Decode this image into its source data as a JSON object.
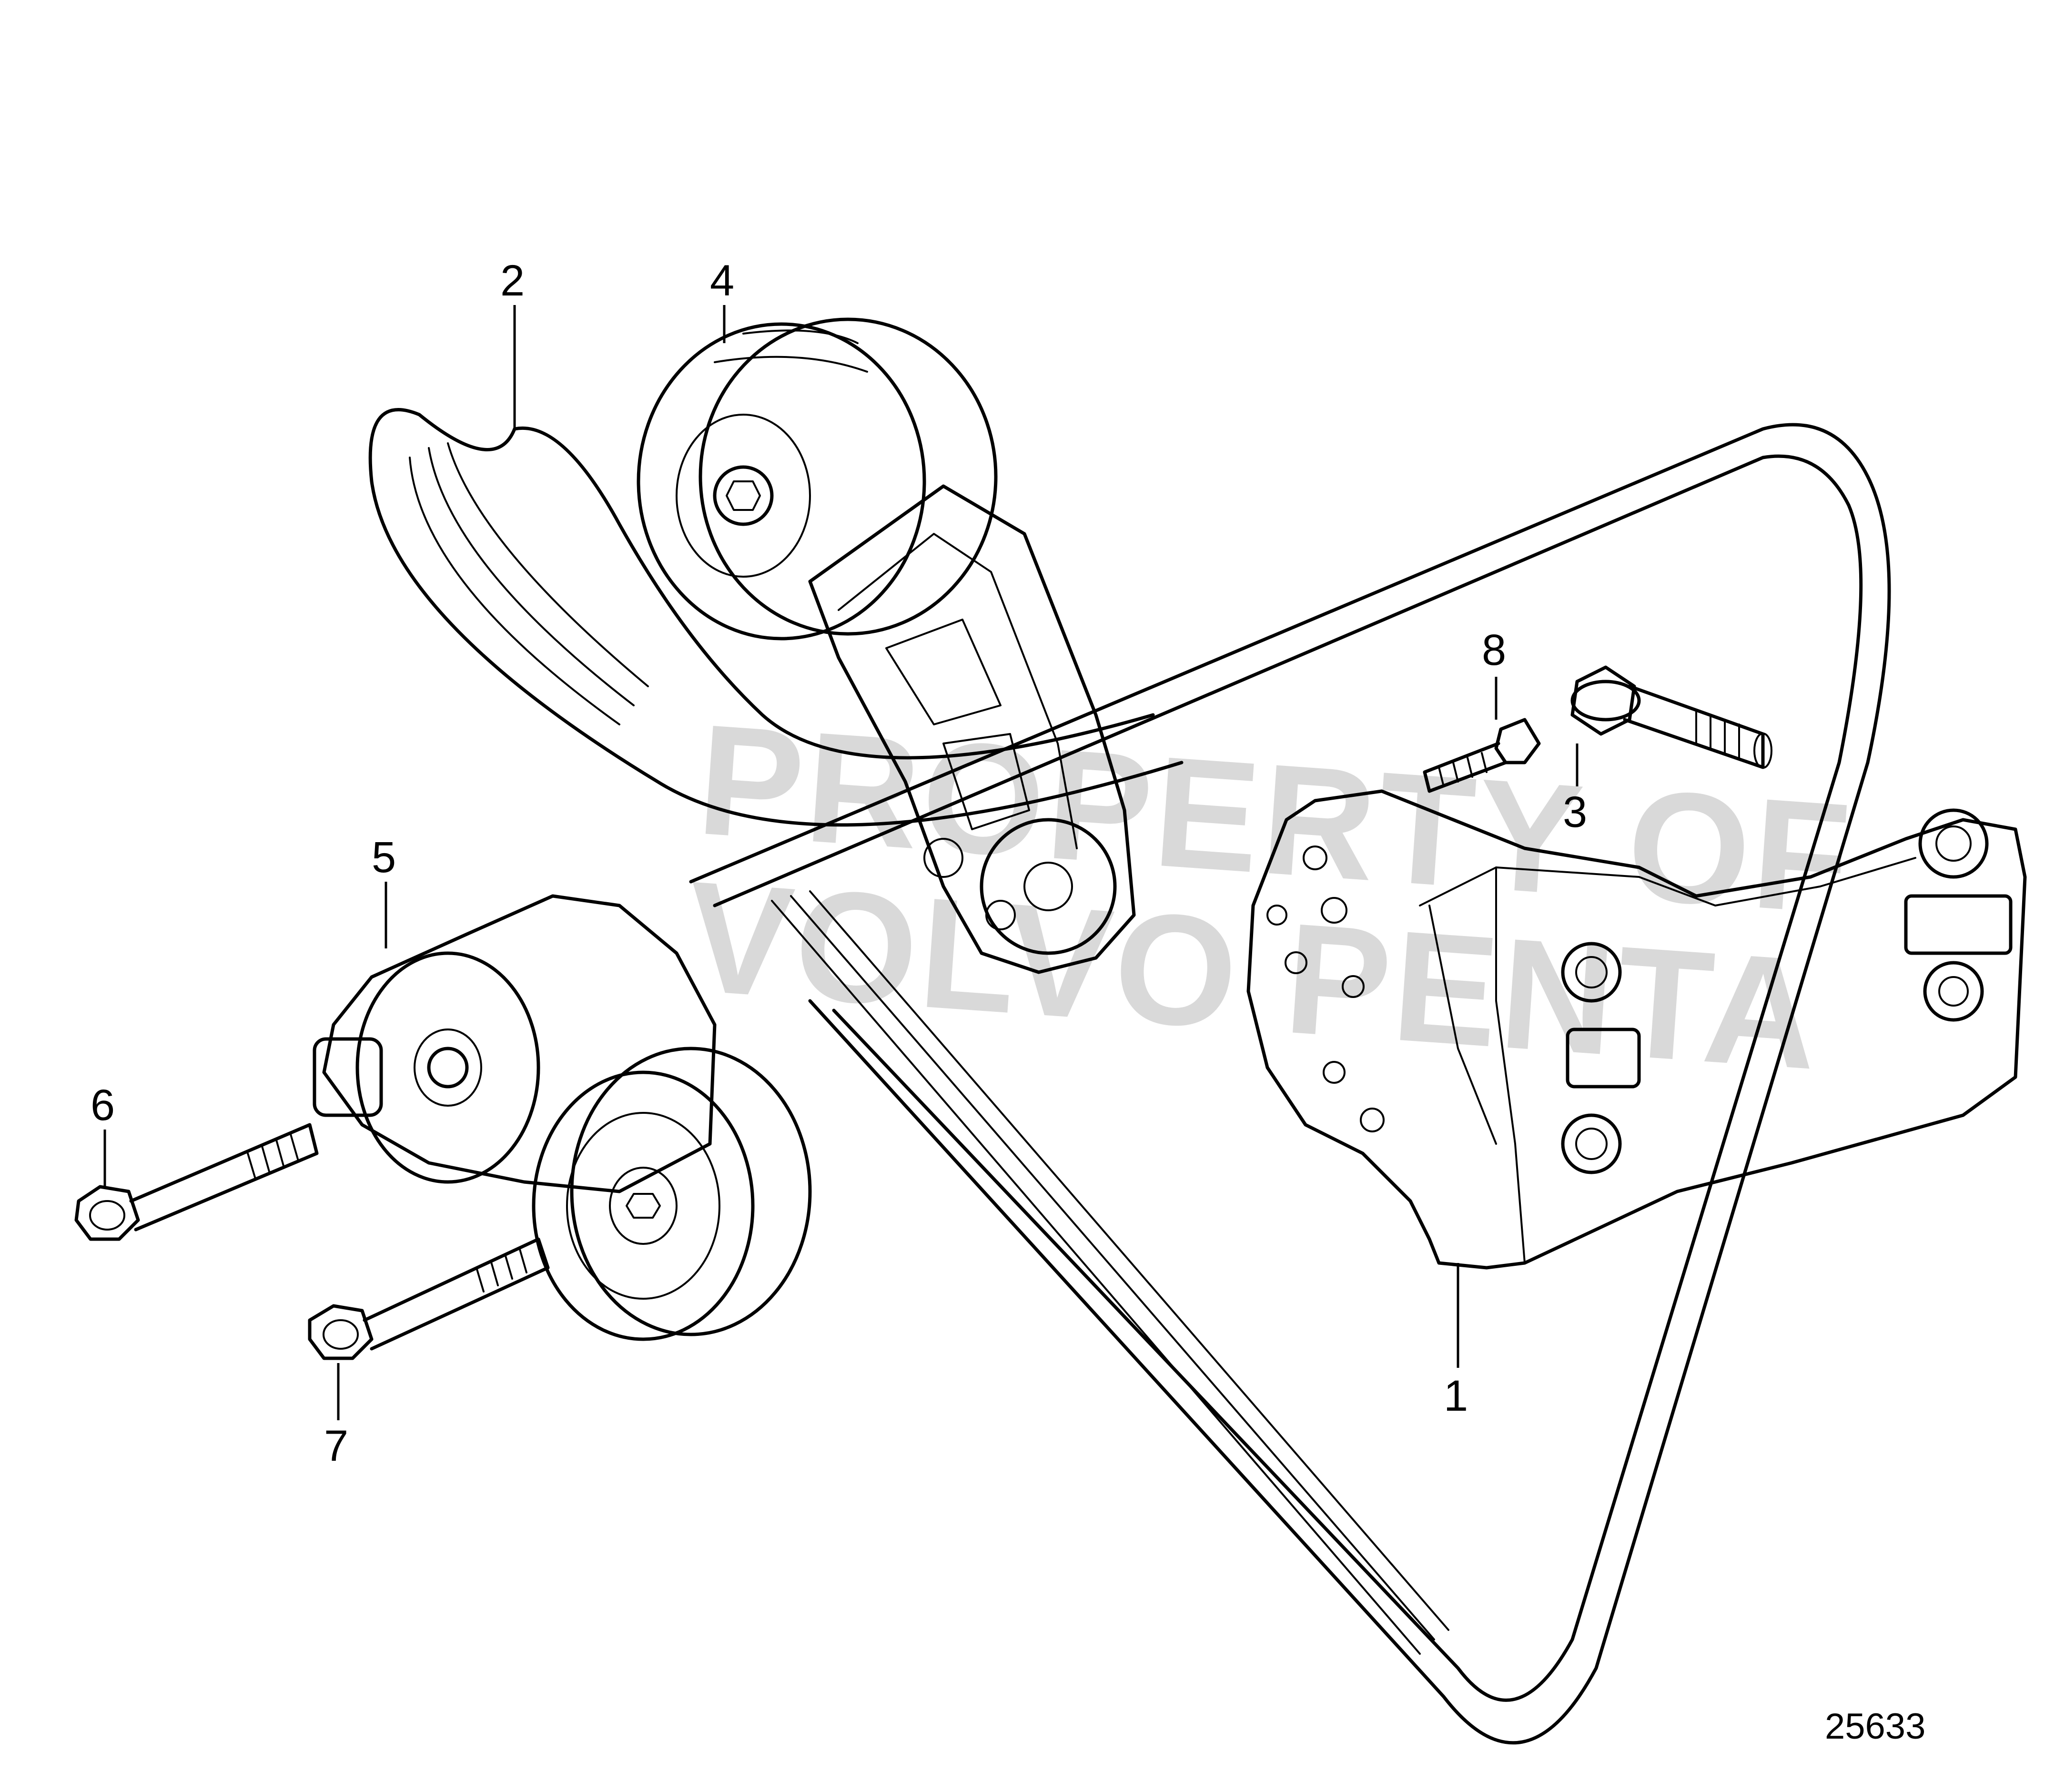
{
  "watermark": {
    "line1": "PROPERTY OF",
    "line2": "VOLVO PENTA"
  },
  "drawing_number": "25633",
  "callouts": [
    {
      "id": "1",
      "text": "1"
    },
    {
      "id": "2",
      "text": "2"
    },
    {
      "id": "3",
      "text": "3"
    },
    {
      "id": "4",
      "text": "4"
    },
    {
      "id": "5",
      "text": "5"
    },
    {
      "id": "6",
      "text": "6"
    },
    {
      "id": "7",
      "text": "7"
    },
    {
      "id": "8",
      "text": "8"
    }
  ]
}
